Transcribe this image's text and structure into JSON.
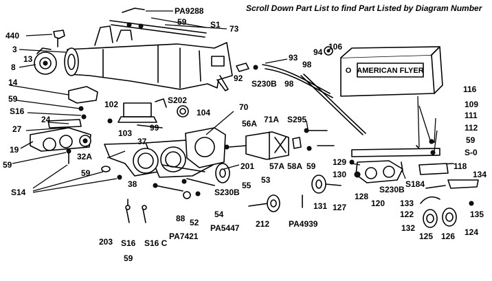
{
  "header": {
    "note": "Scroll Down Part List to find Part Listed by Diagram Number"
  },
  "tender": {
    "logo_text": "AMERICAN FLYER"
  },
  "labels": [
    "PA9288",
    "59",
    "S1",
    "73",
    "440",
    "3",
    "13",
    "8",
    "93",
    "94",
    "106",
    "92",
    "S230B",
    "98",
    "98",
    "14",
    "59",
    "S16",
    "24",
    "27",
    "19",
    "59",
    "102",
    "S202",
    "104",
    "103",
    "99",
    "70",
    "56A",
    "71A",
    "S295",
    "57A",
    "58A",
    "59",
    "116",
    "109",
    "111",
    "112",
    "59",
    "S-0",
    "37",
    "32A",
    "59",
    "201",
    "53",
    "38",
    "55",
    "S230B",
    "S14",
    "54",
    "52",
    "PA5447",
    "88",
    "PA7421",
    "203",
    "S16",
    "S16 C",
    "59",
    "129",
    "130",
    "118",
    "134",
    "S230B",
    "S184",
    "128",
    "120",
    "133",
    "122",
    "135",
    "131",
    "127",
    "212",
    "PA4939",
    "132",
    "125",
    "126",
    "124"
  ]
}
